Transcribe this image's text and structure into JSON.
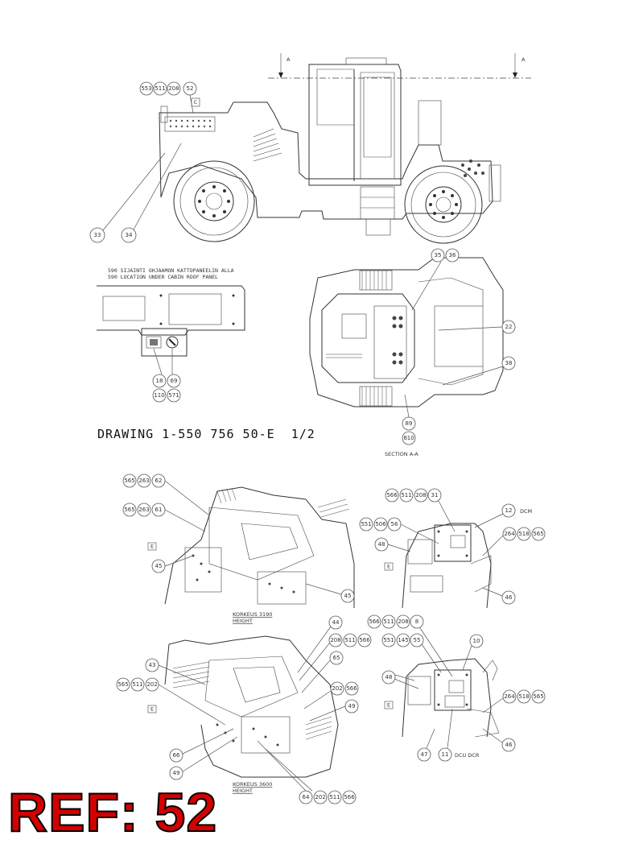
{
  "drawing_title": "DRAWING 1-550 756 50-E  1/2",
  "ref_label": "REF: 52",
  "side_view": {
    "section_marker": "A",
    "view_label": "C",
    "balloons": [
      "553",
      "511",
      "208",
      "52",
      "33",
      "34"
    ]
  },
  "panel_note": {
    "line1": "590 SIJAINTI OHJAAMON KATTOPANEELIN ALLA",
    "line2": "590 LOCATION UNDER CABIN ROOF PANEL",
    "balloons": [
      "18",
      "69",
      "110",
      "571"
    ]
  },
  "section_view": {
    "label": "SECTION A-A",
    "balloons": [
      "35",
      "36",
      "22",
      "38",
      "89",
      "810"
    ]
  },
  "detail_top_left": {
    "view_label": "E",
    "height_label_fi": "KORKEUS 3190",
    "height_label_en": "HEIGHT",
    "balloons": [
      "565",
      "263",
      "62",
      "565",
      "263",
      "61",
      "45",
      "45"
    ]
  },
  "detail_top_right": {
    "view_label": "E",
    "balloons": [
      "566",
      "511",
      "208",
      "31",
      "551",
      "506",
      "56",
      "48",
      "264",
      "518",
      "565",
      "46"
    ],
    "label_12": "12",
    "label_dcm": "DCM"
  },
  "detail_bottom_left": {
    "view_label": "E",
    "height_label_fi": "KORKEUS 3600",
    "height_label_en": "HEIGHT",
    "balloons": [
      "44",
      "208",
      "511",
      "566",
      "65",
      "43",
      "565",
      "511",
      "202",
      "202",
      "566",
      "49",
      "66",
      "49",
      "64",
      "202",
      "511",
      "566"
    ]
  },
  "detail_bottom_right": {
    "view_label": "E",
    "balloons": [
      "566",
      "511",
      "208",
      "8",
      "551",
      "145",
      "55",
      "10",
      "48",
      "264",
      "518",
      "565",
      "47",
      "11",
      "46"
    ],
    "label_dcu": "DCU DCR"
  }
}
